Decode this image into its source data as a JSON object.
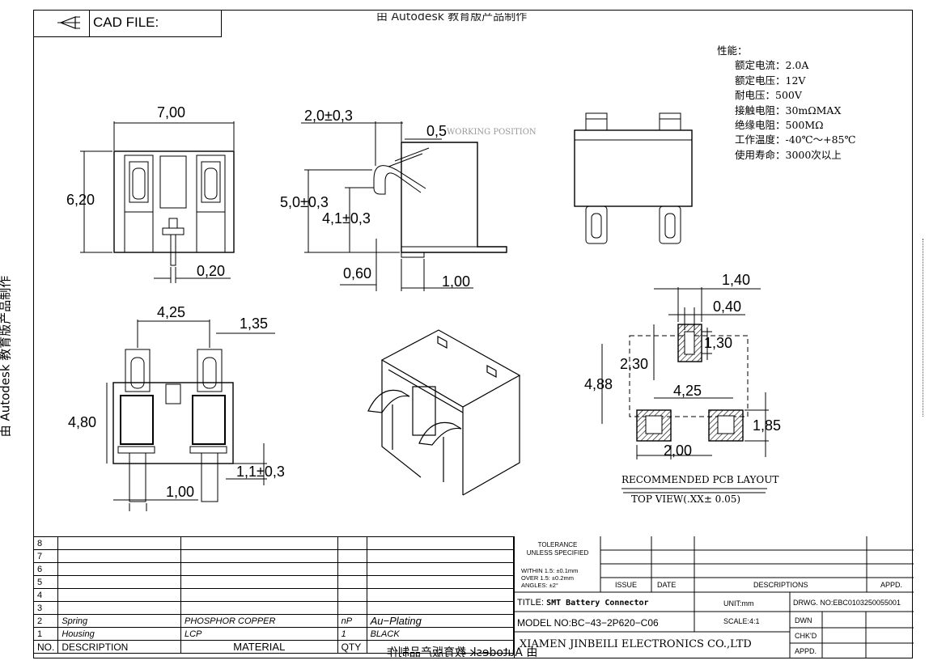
{
  "header": {
    "cad_label": "CAD FILE:"
  },
  "watermarks": {
    "top": "由 Autodesk 教育版产品制作",
    "left": "由 Autodesk 教育版产品制作",
    "bottom": "由 Autodesk 教育版产品制作"
  },
  "specs": {
    "title": "性能：",
    "rows": [
      "额定电流：2.0A",
      "额定电压：12V",
      "耐电压：500V",
      "接触电阻：30mΩMAX",
      "绝缘电阻：500MΩ",
      "工作温度：-40℃～+85℃",
      "使用寿命：3000次以上"
    ]
  },
  "front_view": {
    "width": "7,00",
    "height": "6,20",
    "pin": "0,20"
  },
  "side_view": {
    "dim_a": "2,0±0,3",
    "dim_b": "0,5",
    "working": "WORKING POSITION",
    "dim_c": "5,0±0,3",
    "dim_d": "4,1±0,3",
    "dim_e": "0,60",
    "dim_f": "1,00"
  },
  "bottom_view": {
    "dim_a": "4,25",
    "dim_b": "1,35",
    "dim_c": "4,80",
    "dim_d": "1,1±0,3",
    "dim_e": "1,00"
  },
  "pcb_layout": {
    "dim_a": "1,40",
    "dim_b": "0,40",
    "dim_c": "1,30",
    "dim_d": "2,30",
    "dim_e": "4,88",
    "dim_f": "4,25",
    "dim_g": "1,85",
    "dim_h": "2,00",
    "caption1": "RECOMMENDED PCB LAYOUT",
    "caption2": "TOP VIEW(.XX± 0.05)"
  },
  "bom": {
    "rows": [
      {
        "no": "8",
        "desc": "",
        "material": "",
        "qty": "",
        "finish": ""
      },
      {
        "no": "7",
        "desc": "",
        "material": "",
        "qty": "",
        "finish": ""
      },
      {
        "no": "6",
        "desc": "",
        "material": "",
        "qty": "",
        "finish": ""
      },
      {
        "no": "5",
        "desc": "",
        "material": "",
        "qty": "",
        "finish": ""
      },
      {
        "no": "4",
        "desc": "",
        "material": "",
        "qty": "",
        "finish": ""
      },
      {
        "no": "3",
        "desc": "",
        "material": "",
        "qty": "",
        "finish": ""
      },
      {
        "no": "2",
        "desc": "Spring",
        "material": "PHOSPHOR COPPER",
        "qty": "nP",
        "finish": "Au−Plating"
      },
      {
        "no": "1",
        "desc": "Housing",
        "material": "LCP",
        "qty": "1",
        "finish": "BLACK"
      }
    ],
    "header": {
      "no": "NO.",
      "desc": "DESCRIPTION",
      "material": "MATERIAL",
      "qty": "QTY"
    }
  },
  "title_block": {
    "tolerance1": "TOLERANCE",
    "tolerance2": "UNLESS SPECIFIED",
    "within": "WITHIN 1.5: ±0.1mm",
    "over": "OVER 1.5: ±0.2mm",
    "angles": "ANGLES: ±2°",
    "issue": "ISSUE",
    "date": "DATE",
    "descriptions": "DESCRIPTIONS",
    "appd": "APPD.",
    "title_label": "TITLE:",
    "title_value": "SMT Battery Connector",
    "unit": "UNIT:mm",
    "drwg": "DRWG. NO:EBC0103250055001",
    "model_label": "MODEL NO:",
    "model_value": "BC−43−2P620−C06",
    "scale": "SCALE:4:1",
    "dwn": "DWN",
    "chkd": "CHK'D",
    "appd2": "APPD.",
    "company": "XIAMEN JINBEILI ELECTRONICS CO.,LTD"
  }
}
